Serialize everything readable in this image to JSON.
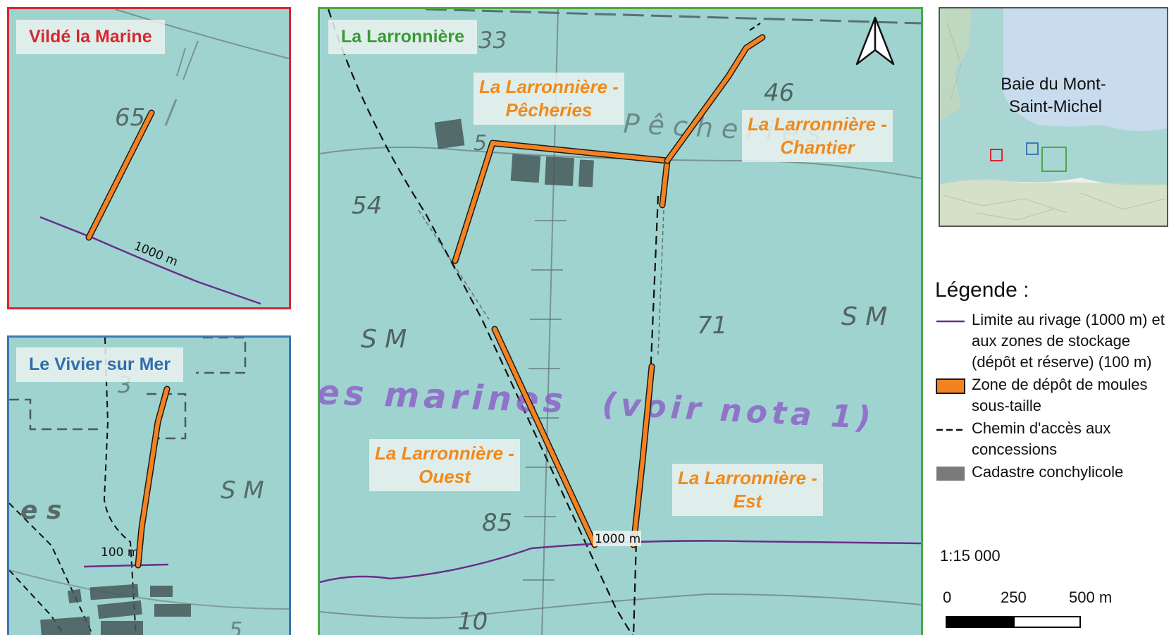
{
  "panels": {
    "vilde": {
      "title": "Vildé la Marine",
      "frame_color": "#d7282f",
      "depth_label": "65",
      "limit_label": "1000 m"
    },
    "vivier": {
      "title": "Le Vivier sur Mer",
      "frame_color": "#3b78b4",
      "chart_text": [
        "3",
        "S M",
        "e s",
        "5"
      ],
      "limit_label": "100 m"
    },
    "larronniere": {
      "title": "La Larronnière",
      "frame_color": "#4aa844",
      "zones": [
        {
          "line1": "La Larronnière -",
          "line2": "Pêcheries"
        },
        {
          "line1": "La Larronnière -",
          "line2": "Chantier"
        },
        {
          "line1": "La Larronnière -",
          "line2": "Ouest"
        },
        {
          "line1": "La Larronnière -",
          "line2": "Est"
        }
      ],
      "chart_text": {
        "depth_33": "33",
        "depth_46": "46",
        "depth_54": "54",
        "depth_5": "5",
        "depth_71": "71",
        "depth_85": "85",
        "depth_10": "10",
        "sm_left": "S M",
        "sm_right": "S M",
        "pecheries": "P ê c h e r i e s",
        "marines": "es marines",
        "nota": "(voir nota 1)"
      },
      "limit_label": "1000 m",
      "north_arrow": "north-arrow-icon"
    }
  },
  "overview": {
    "label_line1": "Baie du Mont-",
    "label_line2": "Saint-Michel",
    "markers": [
      "#d7282f",
      "#3b78b4",
      "#4aa844"
    ]
  },
  "legend": {
    "title": "Légende :",
    "items": [
      {
        "label": "Limite au rivage (1000 m) et aux zones de stockage (dépôt et réserve) (100 m)",
        "symbol": "purple-line",
        "color": "#6a2d8a"
      },
      {
        "label": "Zone de dépôt de moules sous-taille",
        "symbol": "orange-rect",
        "color": "#f58220"
      },
      {
        "label": "Chemin d'accès aux concessions",
        "symbol": "dashed-line",
        "color": "#111111"
      },
      {
        "label": "Cadastre conchylicole",
        "symbol": "grey-rect",
        "color": "#777777"
      }
    ]
  },
  "scale": {
    "ratio": "1:15 000",
    "labels": [
      "0",
      "250",
      "500 m"
    ]
  },
  "colors": {
    "sea": "#9fd3cf",
    "zone_fill": "#f58220",
    "limit_line": "#6a2d8a",
    "cadastre": "#46595a"
  }
}
